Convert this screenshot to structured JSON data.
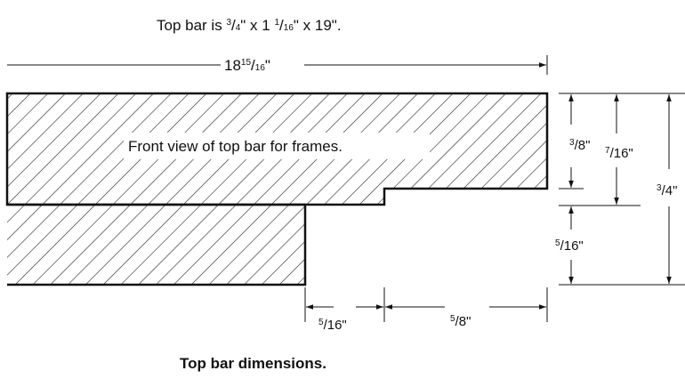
{
  "header": {
    "prefix": "Top bar is ",
    "dims": [
      {
        "num": "3",
        "den": "4",
        "suffix": "\" x 1 "
      },
      {
        "num": "1",
        "den": "16",
        "suffix": "\" x 19\"."
      }
    ]
  },
  "overall_width": {
    "whole": "18",
    "num": "15",
    "den": "16",
    "suffix": "\""
  },
  "front_view_label": "Front view of top bar for frames.",
  "dimensions": {
    "d_3_8": {
      "num": "3",
      "den": "8",
      "suffix": "\""
    },
    "d_7_16": {
      "num": "7",
      "den": "16",
      "suffix": "\""
    },
    "d_3_4": {
      "num": "3",
      "den": "4",
      "suffix": "\""
    },
    "d_5_16_right": {
      "num": "5",
      "den": "16",
      "suffix": "\""
    },
    "d_5_16_bottom": {
      "num": "5",
      "den": "16",
      "suffix": "\""
    },
    "d_5_8": {
      "num": "5",
      "den": "8",
      "suffix": "\""
    }
  },
  "caption": "Top bar dimensions."
}
